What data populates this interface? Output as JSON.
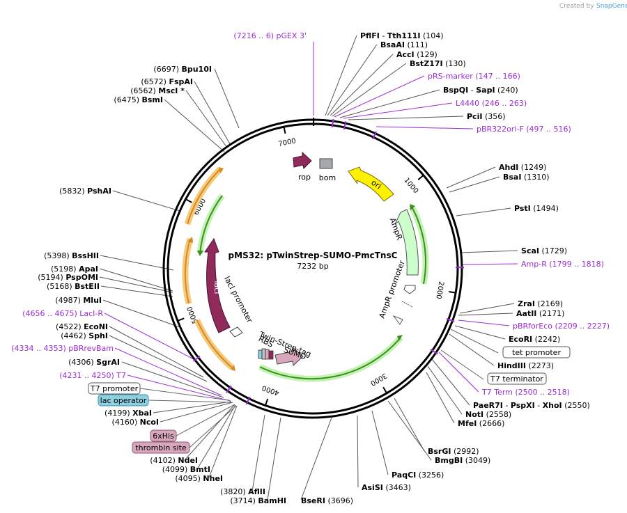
{
  "credit": {
    "prefix": "Created by",
    "brand": "SnapGene"
  },
  "plasmid": {
    "name": "pMS32: pTwinStrep-SUMO-PmcTnsC",
    "size": "7232 bp"
  },
  "ticks": [
    "1000",
    "2000",
    "3000",
    "4000",
    "5000",
    "6000",
    "7000"
  ],
  "features": {
    "rop": "rop",
    "bom": "bom",
    "ori": "ori",
    "ampr": "AmpR",
    "ampr_promoter": "AmpR promoter",
    "laci": "lacI",
    "laci_promoter": "lacI promoter",
    "twinstrep": "Twin-Strep-tag",
    "rbs": "RBS",
    "sumo": "SUMO"
  },
  "labels": [
    {
      "id": "pgex3",
      "kind": "primer",
      "parts": [
        "(7216 .. 6)  pGEX 3'"
      ]
    },
    {
      "id": "pflfi",
      "kind": "enzyme",
      "parts": [
        "PflFI",
        "  -  ",
        "Tth111I",
        "     (104)"
      ]
    },
    {
      "id": "bsaai",
      "kind": "enzyme",
      "parts": [
        "BsaAI",
        "   (111)"
      ]
    },
    {
      "id": "acci",
      "kind": "enzyme",
      "parts": [
        "AccI",
        "   (129)"
      ]
    },
    {
      "id": "bstz17i",
      "kind": "enzyme",
      "parts": [
        "BstZ17I",
        "   (130)"
      ]
    },
    {
      "id": "prsmarker",
      "kind": "primer",
      "parts": [
        "pRS-marker    (147 .. 166)"
      ]
    },
    {
      "id": "bspqi",
      "kind": "enzyme",
      "parts": [
        "BspQI",
        "  -  ",
        "SapI",
        "    (240)"
      ]
    },
    {
      "id": "l4440",
      "kind": "primer",
      "parts": [
        "L4440    (246 .. 263)"
      ]
    },
    {
      "id": "pcii",
      "kind": "enzyme",
      "parts": [
        "PciI",
        "   (356)"
      ]
    },
    {
      "id": "pbr322",
      "kind": "primer",
      "parts": [
        "pBR322ori-F    (497 .. 516)"
      ]
    },
    {
      "id": "ahdi",
      "kind": "enzyme",
      "parts": [
        "AhdI",
        "   (1249)"
      ]
    },
    {
      "id": "bsai",
      "kind": "enzyme",
      "parts": [
        "BsaI",
        "   (1310)"
      ]
    },
    {
      "id": "psti",
      "kind": "enzyme",
      "parts": [
        "PstI",
        "   (1494)"
      ]
    },
    {
      "id": "scai",
      "kind": "enzyme",
      "parts": [
        "ScaI",
        "   (1729)"
      ]
    },
    {
      "id": "ampr_p",
      "kind": "primer",
      "parts": [
        "Amp-R    (1799 .. 1818)"
      ]
    },
    {
      "id": "zrai",
      "kind": "enzyme",
      "parts": [
        "ZraI",
        "   (2169)"
      ]
    },
    {
      "id": "aatii",
      "kind": "enzyme",
      "parts": [
        "AatII",
        "   (2171)"
      ]
    },
    {
      "id": "pbrforeco",
      "kind": "primer",
      "parts": [
        "pBRforEco    (2209 .. 2227)"
      ]
    },
    {
      "id": "ecori",
      "kind": "enzyme",
      "parts": [
        "EcoRI",
        "   (2242)"
      ]
    },
    {
      "id": "hindiii",
      "kind": "enzyme",
      "parts": [
        "HindIII",
        "   (2273)"
      ]
    },
    {
      "id": "t7term",
      "kind": "primer",
      "parts": [
        "T7 Term    (2500 .. 2518)"
      ]
    },
    {
      "id": "paer7i",
      "kind": "enzyme",
      "parts": [
        "PaeR7I",
        "  -  ",
        "PspXI",
        "  -  ",
        "XhoI",
        "    (2550)"
      ]
    },
    {
      "id": "noti",
      "kind": "enzyme",
      "parts": [
        "NotI",
        "   (2558)"
      ]
    },
    {
      "id": "mfei",
      "kind": "enzyme",
      "parts": [
        "MfeI",
        "   (2666)"
      ]
    },
    {
      "id": "bsrgi",
      "kind": "enzyme",
      "parts": [
        "BsrGI",
        "   (2992)"
      ]
    },
    {
      "id": "bmgbi",
      "kind": "enzyme",
      "parts": [
        "BmgBI",
        "   (3049)"
      ]
    },
    {
      "id": "paqci",
      "kind": "enzyme",
      "parts": [
        "PaqCI",
        "   (3256)"
      ]
    },
    {
      "id": "asisi",
      "kind": "enzyme",
      "parts": [
        "AsiSI",
        "   (3463)"
      ]
    },
    {
      "id": "bseri",
      "kind": "enzyme",
      "parts": [
        "BseRI",
        "   (3696)"
      ]
    },
    {
      "id": "bamhi",
      "kind": "enzyme",
      "parts": [
        "(3714)  ",
        "BamHI"
      ]
    },
    {
      "id": "aflii",
      "kind": "enzyme",
      "parts": [
        "(3820)  ",
        "AflII"
      ]
    },
    {
      "id": "nhei",
      "kind": "enzyme",
      "parts": [
        "(4095)  ",
        "NheI"
      ]
    },
    {
      "id": "bmti",
      "kind": "enzyme",
      "parts": [
        "(4099)  ",
        "BmtI"
      ]
    },
    {
      "id": "ndei",
      "kind": "enzyme",
      "parts": [
        "(4102)  ",
        "NdeI"
      ]
    },
    {
      "id": "ncoi",
      "kind": "enzyme",
      "parts": [
        "(4160)  ",
        "NcoI"
      ]
    },
    {
      "id": "xbai",
      "kind": "enzyme",
      "parts": [
        "(4199)  ",
        "XbaI"
      ]
    },
    {
      "id": "t7p",
      "kind": "primer",
      "parts": [
        "(4231 .. 4250)  T7"
      ]
    },
    {
      "id": "sgrai",
      "kind": "enzyme",
      "parts": [
        "(4306)  ",
        "SgrAI"
      ]
    },
    {
      "id": "pbrrevbam",
      "kind": "primer",
      "parts": [
        "(4334 .. 4353)  pBRrevBam"
      ]
    },
    {
      "id": "sphi",
      "kind": "enzyme",
      "parts": [
        "(4462)  ",
        "SphI"
      ]
    },
    {
      "id": "econi",
      "kind": "enzyme",
      "parts": [
        "(4522)  ",
        "EcoNI"
      ]
    },
    {
      "id": "lacir",
      "kind": "primer",
      "parts": [
        "(4656 .. 4675)  LacI-R"
      ]
    },
    {
      "id": "mlui",
      "kind": "enzyme",
      "parts": [
        "(4987)  ",
        "MluI"
      ]
    },
    {
      "id": "bsteii",
      "kind": "enzyme",
      "parts": [
        "(5168)  ",
        "BstEII"
      ]
    },
    {
      "id": "pspomi",
      "kind": "enzyme",
      "parts": [
        "(5194)  ",
        "PspOMI"
      ]
    },
    {
      "id": "apai",
      "kind": "enzyme",
      "parts": [
        "(5198)  ",
        "ApaI"
      ]
    },
    {
      "id": "bsshii",
      "kind": "enzyme",
      "parts": [
        "(5398)  ",
        "BssHII"
      ]
    },
    {
      "id": "pshai",
      "kind": "enzyme",
      "parts": [
        "(5832)  ",
        "PshAI"
      ]
    },
    {
      "id": "bsmi",
      "kind": "enzyme",
      "parts": [
        "(6475)  ",
        "BsmI"
      ]
    },
    {
      "id": "msci",
      "kind": "enzyme",
      "parts": [
        "(6562)  ",
        "MscI *"
      ]
    },
    {
      "id": "fspai",
      "kind": "enzyme",
      "parts": [
        "(6572)  ",
        "FspAI"
      ]
    },
    {
      "id": "bpu10i",
      "kind": "enzyme",
      "parts": [
        "(6697)  ",
        "Bpu10I"
      ]
    }
  ],
  "boxes": [
    {
      "id": "tet",
      "text": "tet promoter",
      "fill": "#ffffff",
      "stroke": "#555555"
    },
    {
      "id": "t7t",
      "text": "T7 terminator",
      "fill": "#ffffff",
      "stroke": "#555555"
    },
    {
      "id": "t7pr",
      "text": "T7 promoter",
      "fill": "#ffffff",
      "stroke": "#555555"
    },
    {
      "id": "lacop",
      "text": "lac operator",
      "fill": "#8ecfe0",
      "stroke": "#3a8fa8"
    },
    {
      "id": "his",
      "text": "6xHis",
      "fill": "#d9a7bb",
      "stroke": "#8a5a70"
    },
    {
      "id": "thr",
      "text": "thrombin site",
      "fill": "#d9a7bb",
      "stroke": "#8a5a70"
    }
  ]
}
